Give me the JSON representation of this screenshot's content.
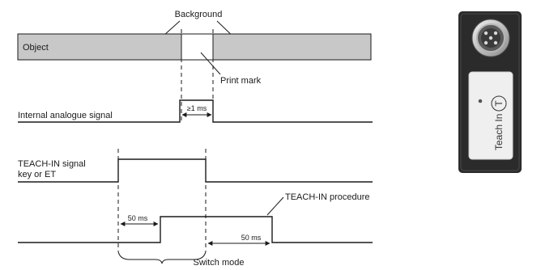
{
  "labels": {
    "background": "Background",
    "object": "Object",
    "print_mark": "Print mark",
    "internal_signal": "Internal analogue signal",
    "pulse_width": "≥1 ms",
    "teach_signal_line1": "TEACH-IN signal",
    "teach_signal_line2": "key or ET",
    "teach_procedure": "TEACH-IN procedure",
    "delay_1": "50 ms",
    "delay_2": "50 ms",
    "switch_mode": "Switch mode"
  },
  "device": {
    "label": "Teach In",
    "button_symbol": "T"
  },
  "colors": {
    "object_fill": "#c8c8c8",
    "line": "#1a1a1a",
    "device_body": "#2b2b2b",
    "device_panel": "#efefef"
  }
}
